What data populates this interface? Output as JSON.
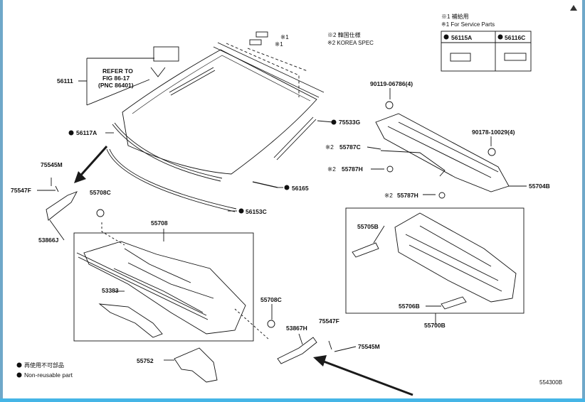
{
  "notes": {
    "service_jp": "※1 補給用",
    "service_en": "※1 For Service Parts",
    "korea_jp": "※2 韓国仕様",
    "korea_en": "※2 KOREA SPEC"
  },
  "service_box": {
    "part_a": "56115A",
    "part_b": "56116C"
  },
  "refer": {
    "line1": "REFER TO",
    "line2": "FIG 86-17",
    "line3": "(PNC 86401)"
  },
  "marks": {
    "star1": "※1",
    "star2": "※2"
  },
  "parts": {
    "p56111": "56111",
    "p56117A": "56117A",
    "p75545M_left": "75545M",
    "p75547F_left": "75547F",
    "p53866J": "53866J",
    "p55708C_top": "55708C",
    "p55708": "55708",
    "p53383": "53383",
    "p55708C_right": "55708C",
    "p53867H": "53867H",
    "p75547F_right": "75547F",
    "p75545M_right": "75545M",
    "p55752": "55752",
    "p75533G": "75533G",
    "p56165": "56165",
    "p56153C": "56153C",
    "p90119": "90119-06786(4)",
    "p90178": "90178-10029(4)",
    "p55787C": "55787C",
    "p55787H_a": "55787H",
    "p55787H_b": "55787H",
    "p55704B": "55704B",
    "p55705B": "55705B",
    "p55706B": "55706B",
    "p55700B": "55700B"
  },
  "legend": {
    "jp": "再使用不可部品",
    "en": "Non-reusable part"
  },
  "figure_code": "554300B",
  "colors": {
    "line": "#111111",
    "arrow": "#1a1a1a",
    "frame_edge": "#45b5e6"
  }
}
